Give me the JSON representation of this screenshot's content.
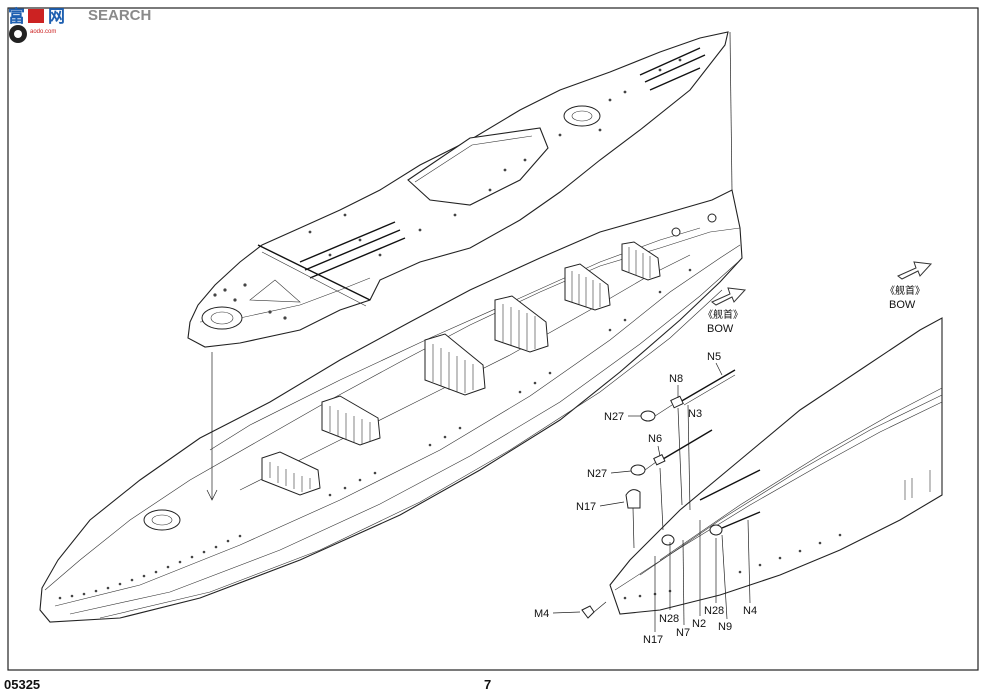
{
  "watermark": {
    "cn_text": "富",
    "cn_text2": "网",
    "search_text": "SEARCH",
    "url_text": "aodo.com"
  },
  "bow_indicators": [
    {
      "cn": "《舰首》",
      "en": "BOW"
    },
    {
      "cn": "《舰首》",
      "en": "BOW"
    }
  ],
  "part_labels": {
    "N5": "N5",
    "N8": "N8",
    "N3": "N3",
    "N27_a": "N27",
    "N6": "N6",
    "N27_b": "N27",
    "N17_a": "N17",
    "M4": "M4",
    "N28_a": "N28",
    "N17_b": "N17",
    "N7": "N7",
    "N2": "N2",
    "N28_b": "N28",
    "N9": "N9",
    "N4": "N4"
  },
  "footer": {
    "kit_number": "05325",
    "page_number": "7"
  }
}
